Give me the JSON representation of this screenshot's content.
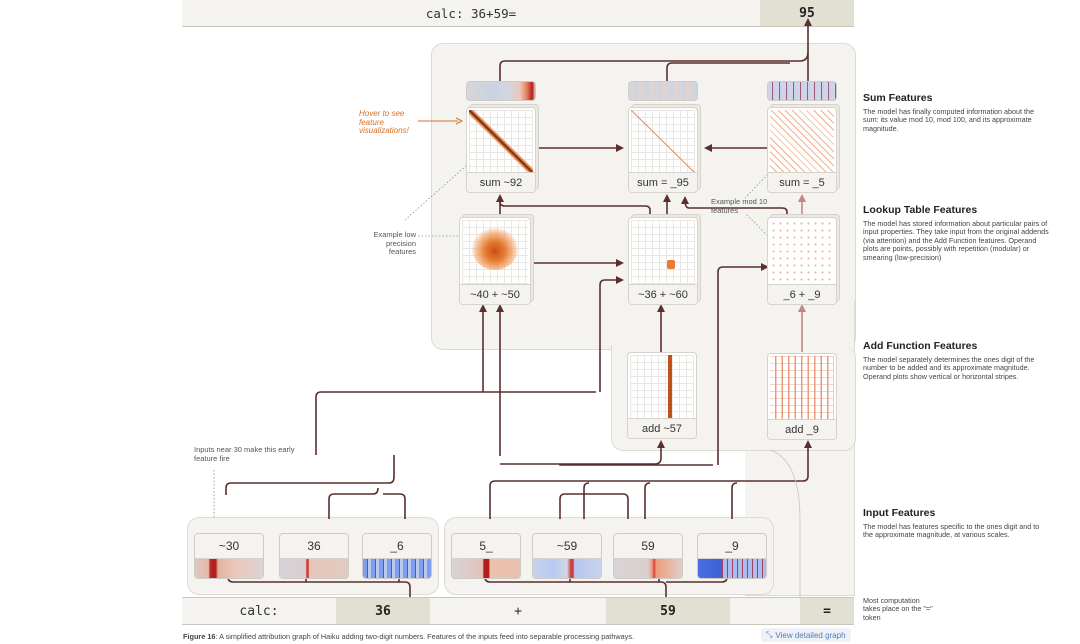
{
  "output_bar": {
    "prompt": "calc: 36+59=",
    "answer": "95"
  },
  "input_bar": {
    "tokens": [
      {
        "text": "calc:",
        "highlighted": false
      },
      {
        "text": "36",
        "highlighted": true
      },
      {
        "text": "+",
        "highlighted": false
      },
      {
        "text": "59",
        "highlighted": true
      },
      {
        "text": "",
        "highlighted": false
      },
      {
        "text": "=",
        "highlighted": true
      }
    ]
  },
  "colors": {
    "edge": "#5a2f2f",
    "edge_light": "#c98585",
    "panel": "#f4f3ef",
    "annotation_orange": "#d4712a",
    "link_blue": "#4a7fc1"
  },
  "sum_features": [
    {
      "label": "sum ~92",
      "plot": "thick-diagonal"
    },
    {
      "label": "sum = _95",
      "plot": "thin-diagonal"
    },
    {
      "label": "sum = _5",
      "plot": "repeating-diagonals"
    }
  ],
  "lookup_features": [
    {
      "label": "~40 + ~50",
      "plot": "smear"
    },
    {
      "label": "~36 + ~60",
      "plot": "point"
    },
    {
      "label": "_6 + _9",
      "plot": "dot-grid"
    }
  ],
  "add_features": [
    {
      "label": "add ~57",
      "plot": "vertical-stripe"
    },
    {
      "label": "add _9",
      "plot": "vertical-stripes"
    }
  ],
  "input_features": {
    "group1": [
      {
        "label": "~30"
      },
      {
        "label": "36"
      },
      {
        "label": "_6"
      }
    ],
    "group2": [
      {
        "label": "5_"
      },
      {
        "label": "~59"
      },
      {
        "label": "59"
      },
      {
        "label": "_9"
      }
    ]
  },
  "annotations": {
    "hover": "Hover to see feature visualizations!",
    "low_precision": "Example low precision features",
    "mod10": "Example mod 10 features",
    "inputs_near_30": "Inputs near 30 make this early feature fire"
  },
  "sidebar": [
    {
      "title": "Sum Features",
      "text": "The model has finally computed information about the sum: its value mod 10, mod 100, and its approximate magnitude."
    },
    {
      "title": "Lookup Table Features",
      "text": "The model has stored information about particular pairs of input properties. They take input from the original addends (via attention) and the Add Function features. Operand plots are points, possibly with repetition (modular) or smearing (low-precision)"
    },
    {
      "title": "Add Function Features",
      "text": "The model separately determines the ones digit of the number to be added and its approximate magnitude. Operand plots show vertical or horizontal stripes."
    },
    {
      "title": "Input Features",
      "text": "The model has features specific to the ones digit and to the approximate magnitude, at various scales."
    }
  ],
  "side_note": "Most computation takes place on the \"=\" token",
  "caption": {
    "figure": "Figure 16",
    "text": ": A simplified attribution graph of Haiku adding two-digit numbers. Features of the inputs feed into separable processing pathways."
  },
  "link": {
    "icon": "expand-icon",
    "label": "View detailed graph"
  }
}
